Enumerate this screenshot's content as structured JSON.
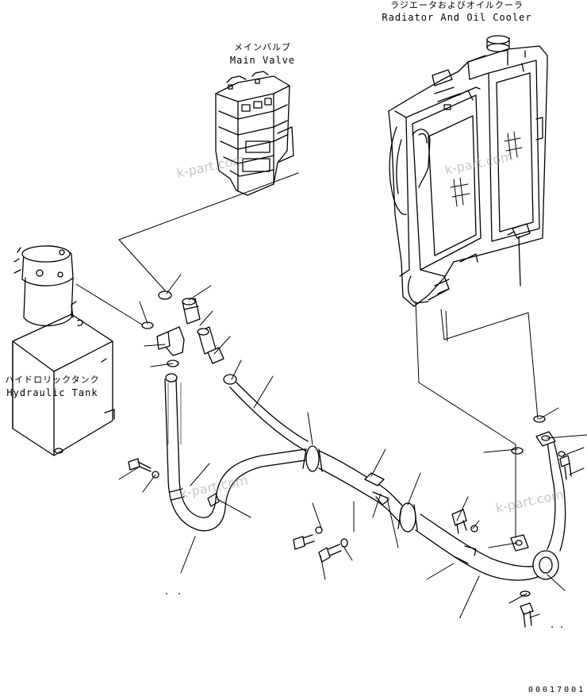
{
  "labels": {
    "radiator_jp": "ラジエータおよびオイルクーラ",
    "radiator_en": "Radiator And Oil Cooler",
    "valve_jp": "メインバルブ",
    "valve_en": "Main Valve",
    "tank_jp": "ハイドロリックタンク",
    "tank_en": "Hydraulic Tank"
  },
  "watermark": "k-part.com",
  "document_number": "00017001"
}
